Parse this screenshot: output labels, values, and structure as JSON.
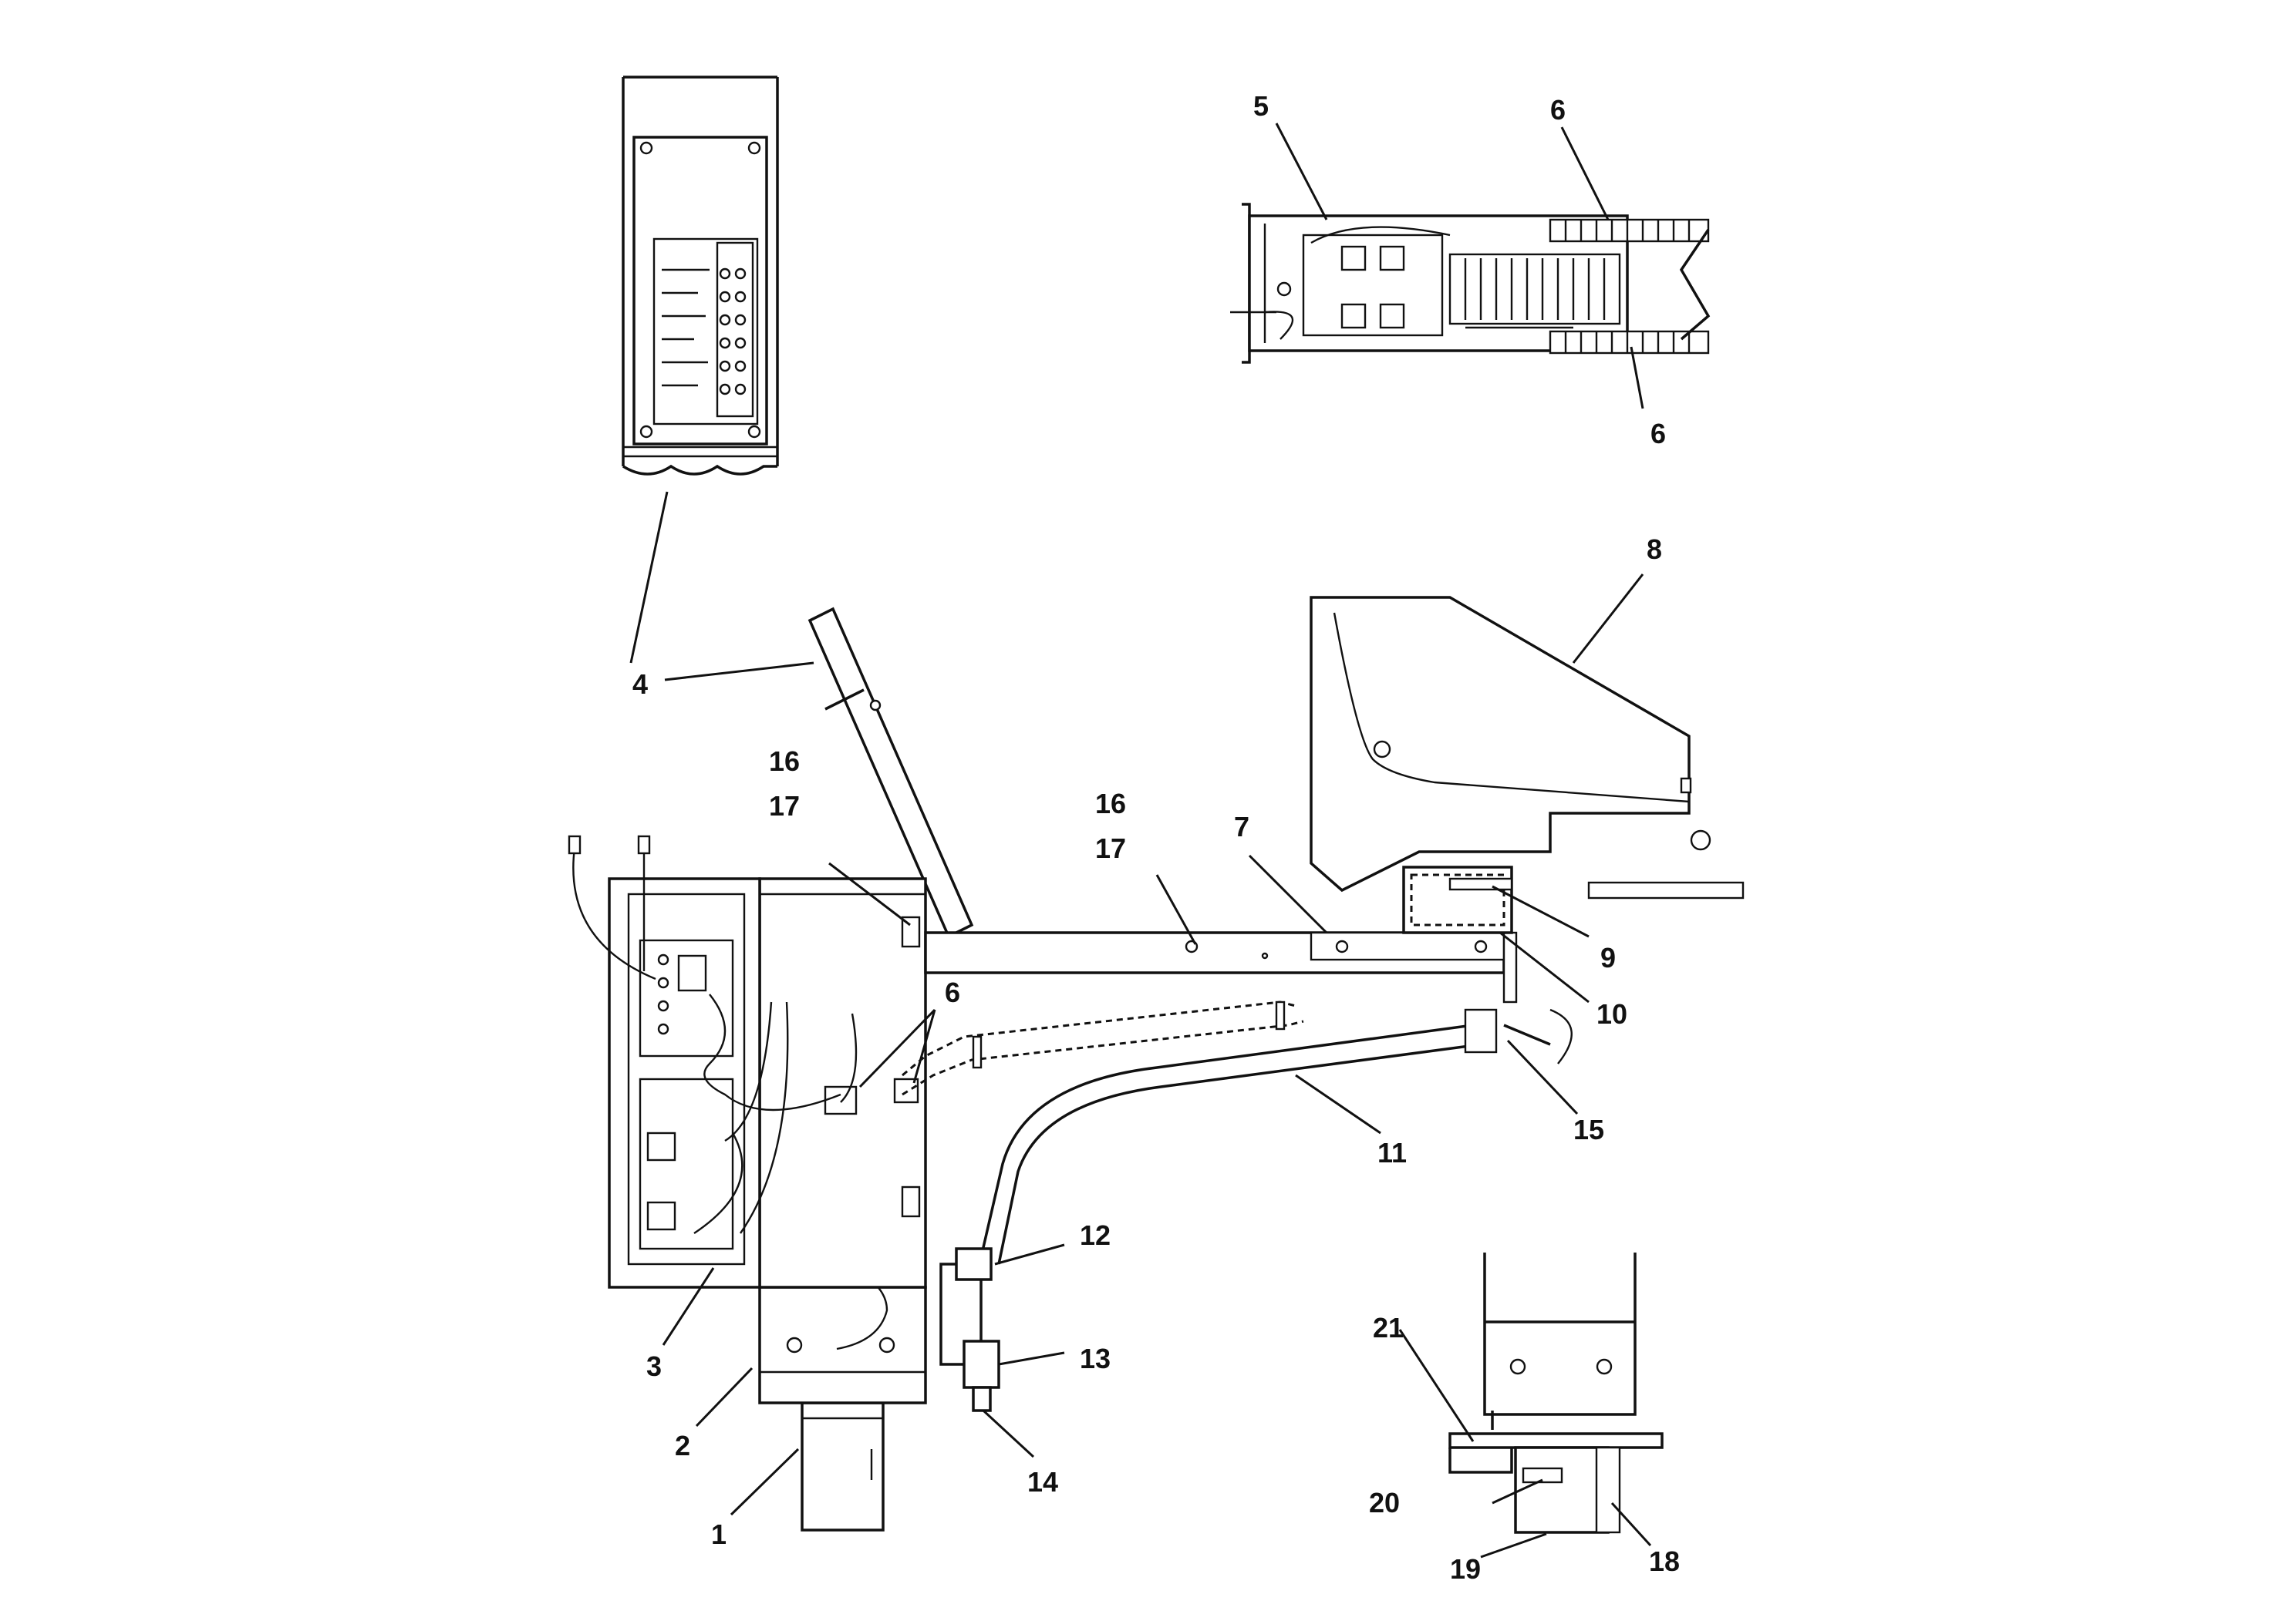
{
  "callouts": [
    "1",
    "2",
    "3",
    "4",
    "5",
    "6",
    "6",
    "6",
    "7",
    "8",
    "9",
    "10",
    "11",
    "12",
    "13",
    "14",
    "15",
    "16",
    "17",
    "16",
    "17",
    "18",
    "19",
    "20",
    "21"
  ]
}
